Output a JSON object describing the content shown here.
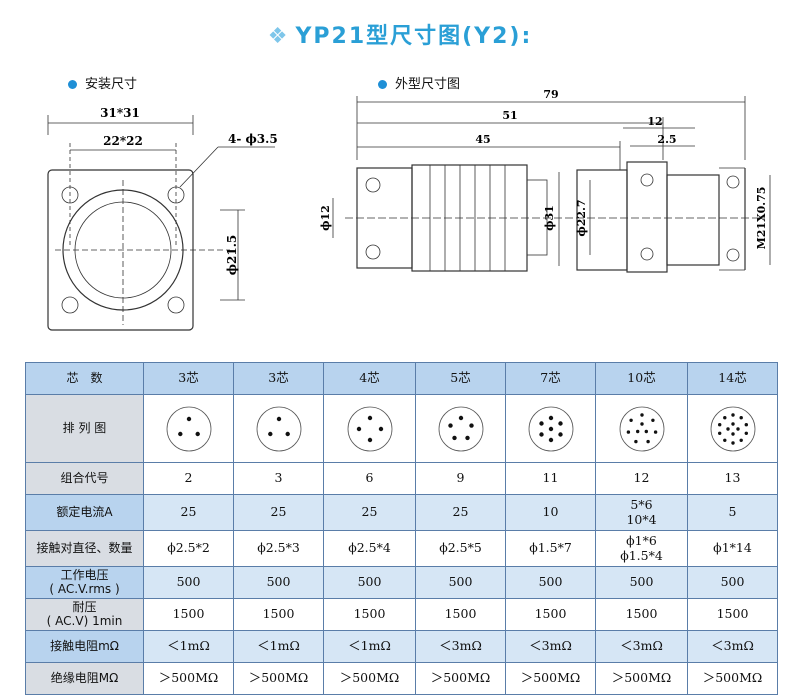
{
  "title": "YP21型尺寸图(Y2):",
  "install": {
    "label": "安装尺寸",
    "dim_outer": "31*31",
    "dim_inner": "22*22",
    "dim_hole": "4- ϕ3.5",
    "dim_dia": "ϕ21.5"
  },
  "outline": {
    "label": "外型尺寸图",
    "dim_total": "79",
    "dim_51": "51",
    "dim_45": "45",
    "dim_12": "12",
    "dim_25": "2.5",
    "dim_phi12": "ϕ12",
    "dim_phi31": "ϕ31",
    "dim_phi227": "ϕ22.7",
    "dim_thread": "M21X0.75"
  },
  "table": {
    "headers": [
      "芯　数",
      "3芯",
      "3芯",
      "4芯",
      "5芯",
      "7芯",
      "10芯",
      "14芯"
    ],
    "pin_row_label": "排 列 图",
    "pin_counts": [
      3,
      3,
      4,
      5,
      7,
      10,
      14
    ],
    "rows": [
      {
        "label": "组合代号",
        "values": [
          "2",
          "3",
          "6",
          "9",
          "11",
          "12",
          "13"
        ]
      },
      {
        "label": "额定电流A",
        "values": [
          "25",
          "25",
          "25",
          "25",
          "10",
          "5*6\n10*4",
          "5"
        ]
      },
      {
        "label": "接触对直径、数量",
        "values": [
          "ϕ2.5*2",
          "ϕ2.5*3",
          "ϕ2.5*4",
          "ϕ2.5*5",
          "ϕ1.5*7",
          "ϕ1*6\nϕ1.5*4",
          "ϕ1*14"
        ]
      },
      {
        "label": "工作电压\n( AC.V.rms )",
        "values": [
          "500",
          "500",
          "500",
          "500",
          "500",
          "500",
          "500"
        ]
      },
      {
        "label": "耐压\n( AC.V) 1min",
        "values": [
          "1500",
          "1500",
          "1500",
          "1500",
          "1500",
          "1500",
          "1500"
        ]
      },
      {
        "label": "接触电阻mΩ",
        "values": [
          "＜1mΩ",
          "＜1mΩ",
          "＜1mΩ",
          "＜3mΩ",
          "＜3mΩ",
          "＜3mΩ",
          "＜3mΩ"
        ]
      },
      {
        "label": "绝缘电阻MΩ",
        "values": [
          "＞500MΩ",
          "＞500MΩ",
          "＞500MΩ",
          "＞500MΩ",
          "＞500MΩ",
          "＞500MΩ",
          "＞500MΩ"
        ]
      }
    ]
  }
}
